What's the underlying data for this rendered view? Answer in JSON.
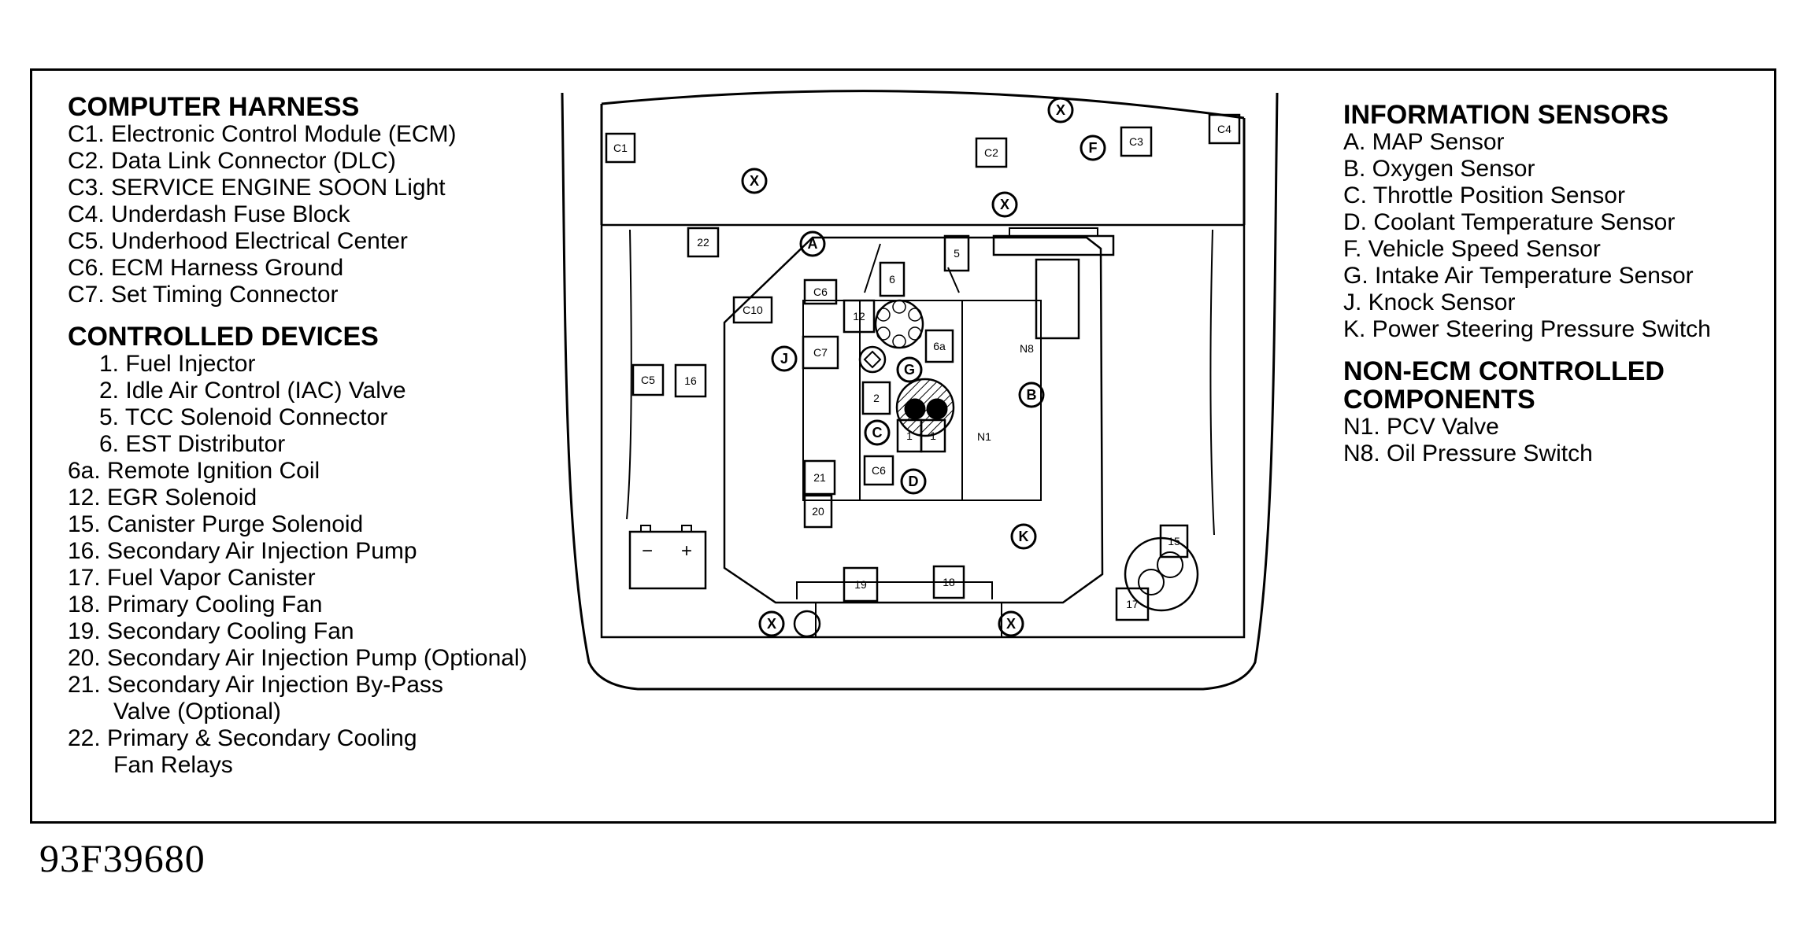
{
  "computer_harness": {
    "heading": "COMPUTER HARNESS",
    "items": [
      "C1. Electronic Control Module (ECM)",
      "C2. Data Link Connector (DLC)",
      "C3. SERVICE ENGINE SOON Light",
      "C4. Underdash Fuse Block",
      "C5. Underhood Electrical Center",
      "C6. ECM Harness Ground",
      "C7. Set Timing Connector"
    ]
  },
  "controlled_devices": {
    "heading": "CONTROLLED DEVICES",
    "items": [
      "1. Fuel Injector",
      "2. Idle Air Control (IAC) Valve",
      "5. TCC Solenoid Connector",
      "6. EST Distributor",
      "6a. Remote Ignition Coil",
      "12. EGR Solenoid",
      "15. Canister Purge Solenoid",
      "16. Secondary Air Injection Pump",
      "17. Fuel Vapor Canister",
      "18. Primary Cooling Fan",
      "19. Secondary Cooling Fan",
      "20. Secondary Air Injection Pump (Optional)",
      "21. Secondary Air Injection By-Pass",
      "Valve (Optional)",
      "22. Primary & Secondary Cooling",
      "Fan Relays"
    ]
  },
  "information_sensors": {
    "heading": "INFORMATION SENSORS",
    "items": [
      "A. MAP Sensor",
      "B. Oxygen Sensor",
      "C. Throttle Position Sensor",
      "D. Coolant Temperature Sensor",
      "F. Vehicle Speed Sensor",
      "G. Intake Air Temperature Sensor",
      "J. Knock Sensor",
      "K. Power Steering Pressure Switch"
    ]
  },
  "non_ecm": {
    "heading_line1": "NON-ECM CONTROLLED",
    "heading_line2": "COMPONENTS",
    "items": [
      "N1. PCV Valve",
      "N8. Oil Pressure Switch"
    ]
  },
  "figure_id": "93F39680",
  "diagram_labels": {
    "c1": "C1",
    "c2": "C2",
    "c3": "C3",
    "c4": "C4",
    "c5": "C5",
    "c6_top": "C6",
    "c6_low": "C6",
    "c7": "C7",
    "c10": "C10",
    "n1": "N1",
    "n8": "N8",
    "box_22": "22",
    "box_16": "16",
    "box_5": "5",
    "box_6": "6",
    "box_12": "12",
    "box_6a": "6a",
    "box_2": "2",
    "box_1a": "1",
    "box_1b": "1",
    "box_21": "21",
    "box_20": "20",
    "box_19": "19",
    "box_18": "18",
    "box_15": "15",
    "box_17": "17",
    "sensor_a": "A",
    "sensor_b": "B",
    "sensor_c": "C",
    "sensor_d": "D",
    "sensor_f": "F",
    "sensor_g": "G",
    "sensor_j": "J",
    "sensor_k": "K",
    "ground_x": "X",
    "batt_minus": "−",
    "batt_plus": "+"
  }
}
